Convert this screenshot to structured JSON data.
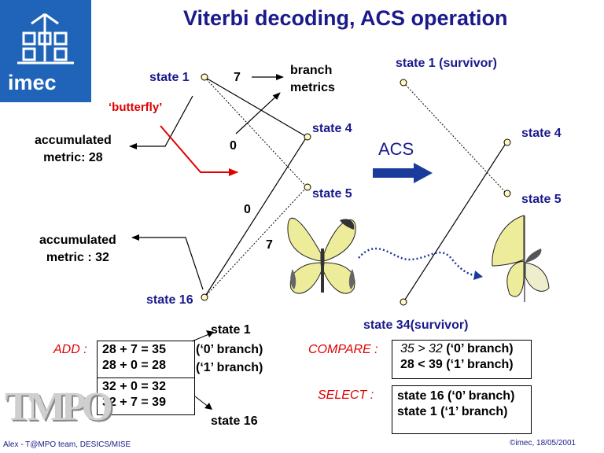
{
  "title": "Viterbi decoding, ACS operation",
  "logo_text": "imec",
  "left": {
    "state1": "state 1",
    "state4": "state 4",
    "state5": "state 5",
    "state16": "state 16",
    "metric_top": "7",
    "metric_mid_upper": "0",
    "metric_mid_lower": "0",
    "metric_bottom": "7",
    "branch_metrics": [
      "branch",
      "metrics"
    ],
    "butterfly": "‘butterfly’",
    "acc_top": [
      "accumulated",
      "metric: 28"
    ],
    "acc_bottom": [
      "accumulated",
      "metric : 32"
    ]
  },
  "acs_label": "ACS",
  "right": {
    "state1_survivor": "state 1 (survivor)",
    "state4": "state 4",
    "state5": "state 5",
    "state34_survivor": "state 34(survivor)"
  },
  "add": {
    "label": "ADD :",
    "rows": [
      "28 + 7 = 35",
      "28 + 0 = 28",
      "32 + 0 = 32",
      "32 + 7 = 39"
    ],
    "state_top": "state 1",
    "branch0": "(‘0’ branch)",
    "branch1": "(‘1’ branch)",
    "state_bottom": "state 16"
  },
  "compare": {
    "label": "COMPARE :",
    "lines": [
      "35 > 32",
      " (‘0’ branch)",
      "28 <  39 (‘1’ branch)"
    ]
  },
  "select": {
    "label": "SELECT :",
    "lines": [
      "state 16 (‘0’ branch)",
      "state 1    (‘1’ branch)"
    ]
  },
  "footer_left": "Alex - T@MPO team, DESICS/MISE",
  "footer_right": "©imec, 18/05/2001",
  "tmpo_text": "TMPO",
  "colors": {
    "title": "#1a1a8c",
    "accent_red": "#e00000",
    "logo_bg": "#1f64b8",
    "arrow_blue": "#1a3a9c"
  }
}
